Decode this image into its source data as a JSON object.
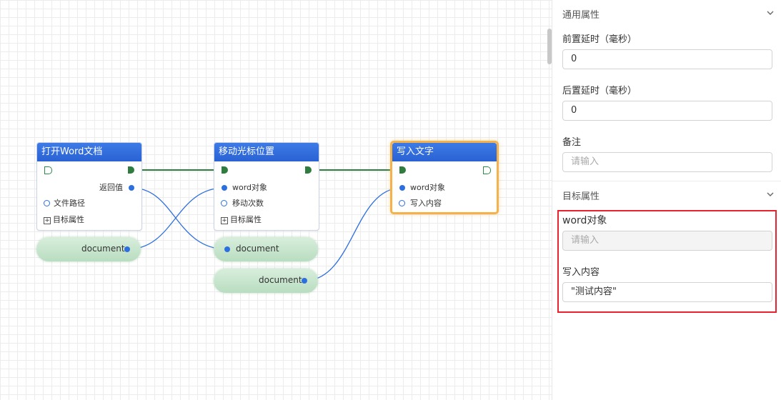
{
  "nodes": {
    "open_word": {
      "title": "打开Word文档",
      "outputs": [
        "返回值"
      ],
      "inputs": [
        "文件路径"
      ],
      "expand_label": "目标属性"
    },
    "move_cursor": {
      "title": "移动光标位置",
      "inputs": [
        "word对象",
        "移动次数"
      ],
      "expand_label": "目标属性"
    },
    "write_text": {
      "title": "写入文字",
      "inputs": [
        "word对象",
        "写入内容"
      ]
    }
  },
  "pills": [
    "document",
    "document",
    "document"
  ],
  "panel": {
    "general_section": "通用属性",
    "pre_delay_label": "前置延时（毫秒）",
    "pre_delay_value": "0",
    "post_delay_label": "后置延时（毫秒）",
    "post_delay_value": "0",
    "note_label": "备注",
    "note_placeholder": "请输入",
    "target_section": "目标属性",
    "word_obj_label": "word对象",
    "word_obj_placeholder": "请输入",
    "content_label": "写入内容",
    "content_value": "\"测试内容\""
  },
  "colors": {
    "header_blue": "#2a62d4",
    "flow_green": "#2e7d3e",
    "data_blue": "#2d6fe0",
    "selected_orange": "#f5b24a",
    "highlight_red": "#e8232e"
  }
}
